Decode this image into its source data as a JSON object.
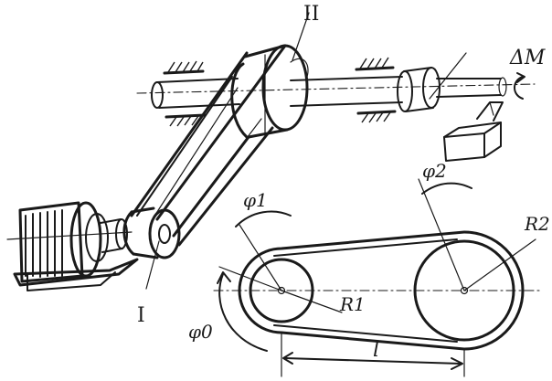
{
  "labels": {
    "pulley_top": "II",
    "pulley_bottom": "I",
    "moment": "ΔM",
    "phi1": "φ1",
    "phi2": "φ2",
    "phi0": "φ0",
    "r1": "R1",
    "r2": "R2",
    "center_distance": "l"
  },
  "colors": {
    "ink": "#1a1a1a",
    "paper": "#ffffff"
  }
}
